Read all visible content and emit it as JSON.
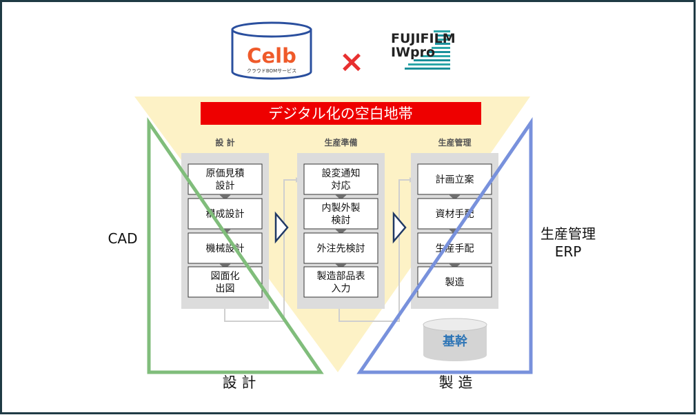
{
  "logos": {
    "celb": {
      "text": "Celb",
      "subtitle": "クラウドBOMサービス"
    },
    "times": "×",
    "fujifilm": {
      "line1": "FUJIFILM",
      "line2": "IWpro"
    }
  },
  "banner": "デジタル化の空白地帯",
  "columns": [
    {
      "header": "設 計",
      "steps": [
        [
          "原価見積",
          "設計"
        ],
        [
          "構成設計"
        ],
        [
          "機械設計"
        ],
        [
          "図面化",
          "出図"
        ]
      ]
    },
    {
      "header": "生産準備",
      "steps": [
        [
          "設変通知",
          "対応"
        ],
        [
          "内製外製",
          "検討"
        ],
        [
          "外注先検討"
        ],
        [
          "製造部品表",
          "入力"
        ]
      ]
    },
    {
      "header": "生産管理",
      "steps": [
        [
          "計画立案"
        ],
        [
          "資材手配"
        ],
        [
          "生産手配"
        ],
        [
          "製造"
        ]
      ]
    }
  ],
  "database": "基幹",
  "side_left": "CAD",
  "side_right": [
    "生産管理",
    "ERP"
  ],
  "bottom_left": "設 計",
  "bottom_right": "製 造",
  "colors": {
    "frame": "#1f3a44",
    "yellow": "#fdf2c6",
    "banner_red": "#ee0000",
    "green": "#80bd7b",
    "blue": "#7891dc",
    "column_gray": "#dcdcdc",
    "arrow_gray": "#6f6f6f",
    "dark_navy": "#1f3864",
    "db_text": "#2e75b6",
    "times_red": "#e83030",
    "celb_db": "#2a4f9e"
  }
}
